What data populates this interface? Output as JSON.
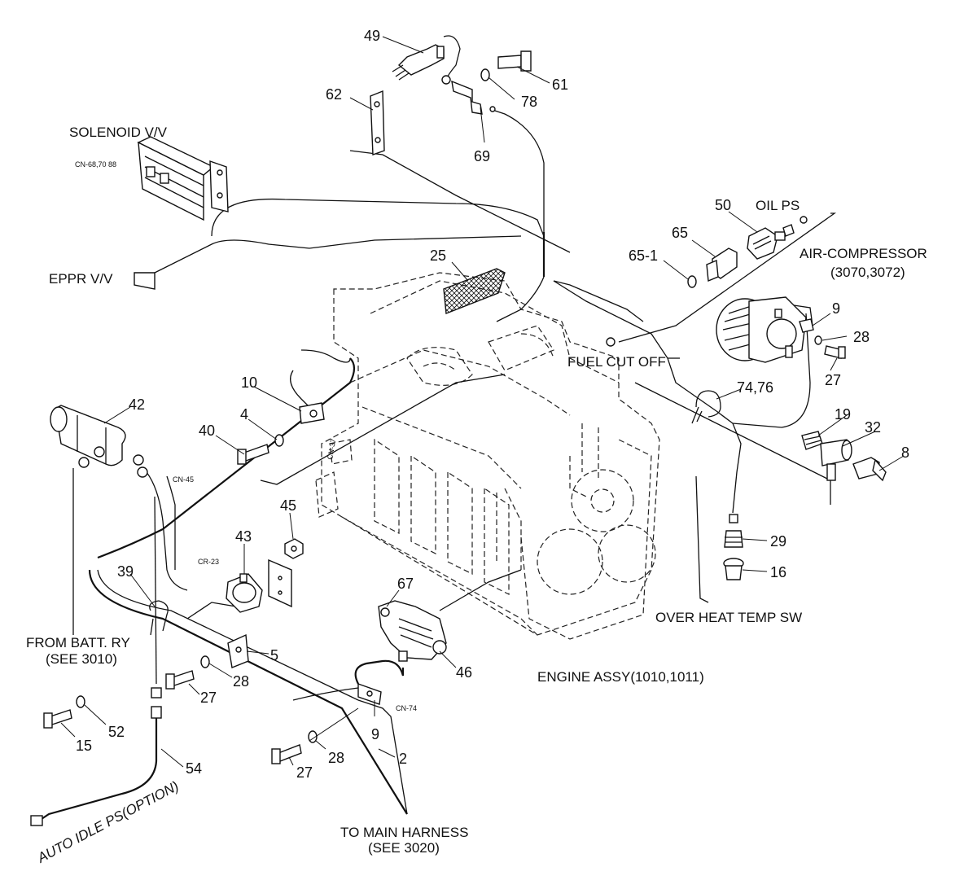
{
  "labels": {
    "solenoid": "SOLENOID V/V",
    "solenoid_cn": "CN-68,70 88",
    "eppr": "EPPR V/V",
    "oil_ps": "OIL PS",
    "air_comp": "AIR-COMPRESSOR",
    "air_comp_ref": "(3070,3072)",
    "fuel_cut": "FUEL CUT OFF",
    "from_batt": "FROM BATT. RY",
    "from_batt_ref": "(SEE 3010)",
    "over_heat": "OVER HEAT TEMP SW",
    "engine_assy": "ENGINE ASSY(1010,1011)",
    "to_main": "TO MAIN HARNESS",
    "to_main_ref": "(SEE 3020)",
    "auto_idle": "AUTO IDLE PS(OPTION)",
    "cn45": "CN-45",
    "cr23": "CR-23",
    "cn74": "CN-74",
    "cn_small": "CN-37"
  },
  "callouts": {
    "p49": "49",
    "p61": "61",
    "p78": "78",
    "p62": "62",
    "p69": "69",
    "p50": "50",
    "p65": "65",
    "p65_1": "65-1",
    "p25": "25",
    "p9a": "9",
    "p28a": "28",
    "p27a": "27",
    "p74": "74,76",
    "p42": "42",
    "p10": "10",
    "p4": "4",
    "p40": "40",
    "p19": "19",
    "p32": "32",
    "p8": "8",
    "p45": "45",
    "p43": "43",
    "p39": "39",
    "p29": "29",
    "p16": "16",
    "p67": "67",
    "p5": "5",
    "p28b": "28",
    "p27b": "27",
    "p46": "46",
    "p52": "52",
    "p15": "15",
    "p9b": "9",
    "p28c": "28",
    "p27c": "27",
    "p2": "2",
    "p54": "54"
  }
}
